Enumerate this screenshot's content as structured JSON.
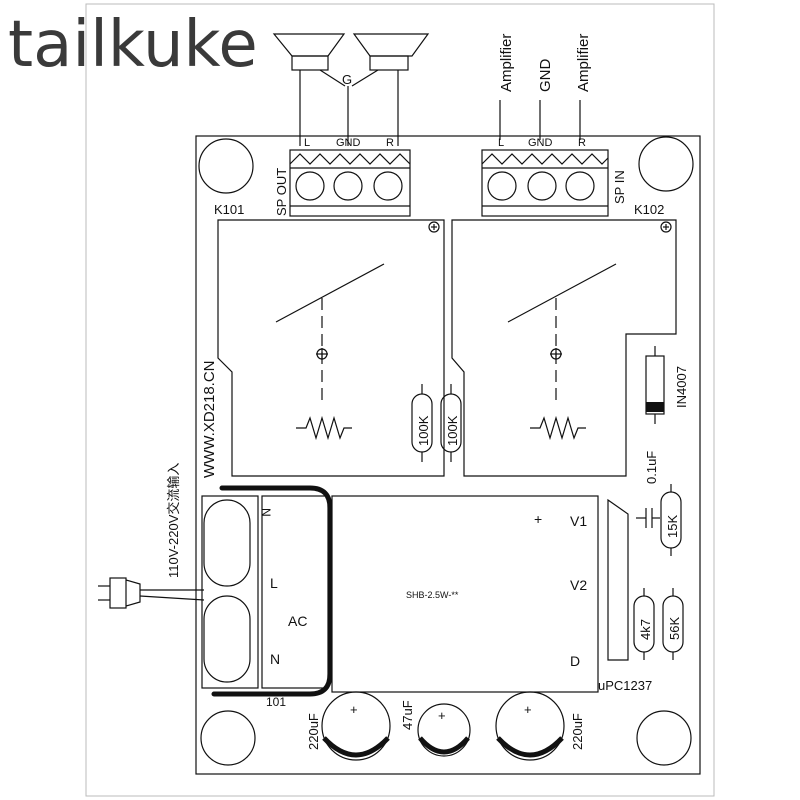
{
  "watermark": "tailkuke",
  "top_labels": {
    "speaker_common": "G",
    "amp_left": "Amplifier",
    "amp_gnd": "GND",
    "amp_right": "Amplifier"
  },
  "connectors": {
    "out": {
      "l": "L",
      "gnd": "GND",
      "r": "R",
      "name": "SP OUT",
      "ref": "K101"
    },
    "in": {
      "l": "L",
      "gnd": "GND",
      "r": "R",
      "name": "SP IN",
      "ref": "K102"
    }
  },
  "board": {
    "website": "WWW.XD218.CN",
    "power_input": "110V-220V交流输入",
    "resistor_100k_a": "100K",
    "resistor_100k_b": "100K",
    "diode": "IN4007",
    "cap_small": "0.1uF",
    "resistor_15k": "15K",
    "resistor_4k7": "4k7",
    "resistor_56k": "56K",
    "ac_terminal": {
      "n_top": "N",
      "l": "L",
      "ac": "AC",
      "n": "N",
      "ref": "101"
    },
    "module": {
      "model": "SHB-2.5W-**",
      "plus": "+",
      "v1": "V1",
      "v2": "V2",
      "d": "D"
    },
    "ic": "uPC1237",
    "cap_220_a": "220uF",
    "cap_47": "47uF",
    "cap_220_b": "220uF",
    "cap_plus": "+"
  }
}
